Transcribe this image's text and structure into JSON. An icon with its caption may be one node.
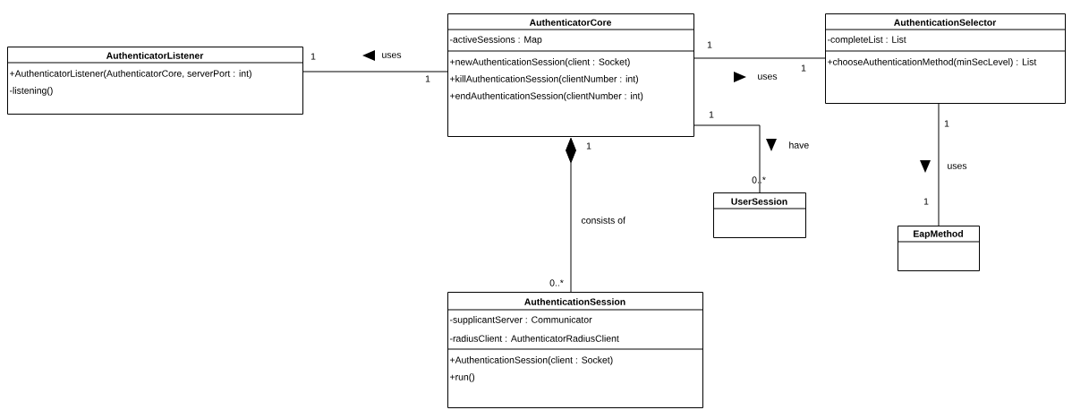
{
  "diagram": {
    "nodes": [
      {
        "text": [
          "AuthenticatorListener",
          "+AuthenticatorListener(AuthenticatorCore, serverPort : int)",
          "-listening()"
        ]
      },
      {
        "text": [
          "AuthenticatorCore",
          "-activeSessions : Map",
          "+newAuthenticationSession(client : Socket)",
          "+killAuthenticationSession(clientNumber : int)",
          "+endAuthenticationSession(clientNumber : int)"
        ]
      },
      {
        "text": [
          "AuthenticationSelector",
          "-completeList : List",
          "+chooseAuthenticationMethod(minSecLevel) : List"
        ]
      },
      {
        "text": [
          "UserSession"
        ]
      },
      {
        "text": [
          "EapMethod"
        ]
      },
      {
        "text": [
          "AuthenticationSession",
          "-supplicantServer : Communicator",
          "-radiusClient : AuthenticatorRadiusClient",
          "+AuthenticationSession(client : Socket)",
          "+run()"
        ]
      }
    ],
    "edges": [
      {
        "from": 0,
        "to": 1,
        "arrow": "none",
        "label": "uses"
      },
      {
        "from": 1,
        "to": 2,
        "arrow": "none",
        "label": "uses"
      },
      {
        "from": 1,
        "to": 3,
        "arrow": "none",
        "label": "have"
      },
      {
        "from": 1,
        "to": 5,
        "arrow": "other",
        "label": "consists of"
      },
      {
        "from": 2,
        "to": 4,
        "arrow": "none",
        "label": "uses"
      }
    ],
    "labels": [
      "1",
      "1",
      "1",
      "1",
      "1",
      "1",
      "1",
      "0..*",
      "1",
      "0..*"
    ]
  }
}
